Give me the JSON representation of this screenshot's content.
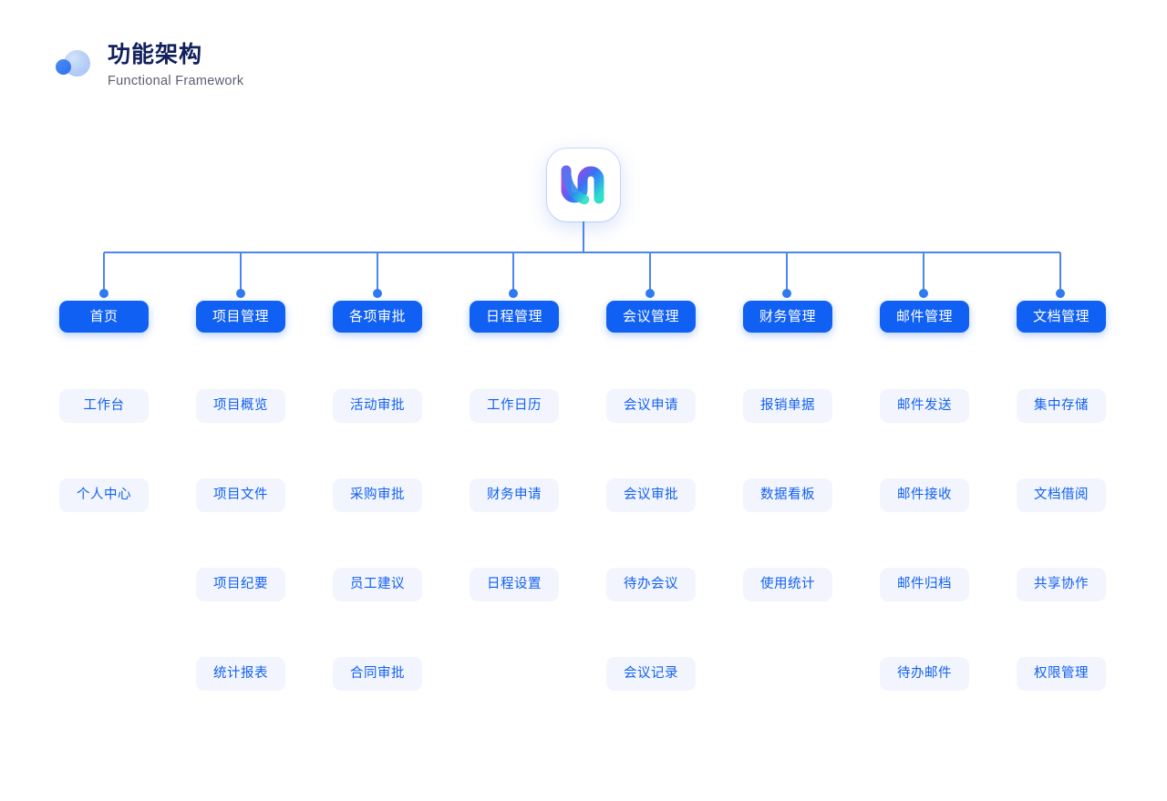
{
  "header": {
    "logo_icon": "two-circles-logo",
    "title": "功能架构",
    "subtitle": "Functional Framework"
  },
  "diagram": {
    "root": {
      "icon": "wave-gradient-app-icon",
      "label": ""
    },
    "connector_color": "#4a86f0",
    "node_color": "#1160f4",
    "sub_node_bg": "#f2f5fd",
    "sub_node_text": "#1160f4",
    "columns": [
      {
        "title": "首页",
        "items": [
          "工作台",
          "个人中心"
        ]
      },
      {
        "title": "项目管理",
        "items": [
          "项目概览",
          "项目文件",
          "项目纪要",
          "统计报表"
        ]
      },
      {
        "title": "各项审批",
        "items": [
          "活动审批",
          "采购审批",
          "员工建议",
          "合同审批"
        ]
      },
      {
        "title": "日程管理",
        "items": [
          "工作日历",
          "财务申请",
          "日程设置"
        ]
      },
      {
        "title": "会议管理",
        "items": [
          "会议申请",
          "会议审批",
          "待办会议",
          "会议记录"
        ]
      },
      {
        "title": "财务管理",
        "items": [
          "报销单据",
          "数据看板",
          "使用统计"
        ]
      },
      {
        "title": "邮件管理",
        "items": [
          "邮件发送",
          "邮件接收",
          "邮件归档",
          "待办邮件"
        ]
      },
      {
        "title": "文档管理",
        "items": [
          "集中存储",
          "文档借阅",
          "共享协作",
          "权限管理"
        ]
      }
    ]
  }
}
